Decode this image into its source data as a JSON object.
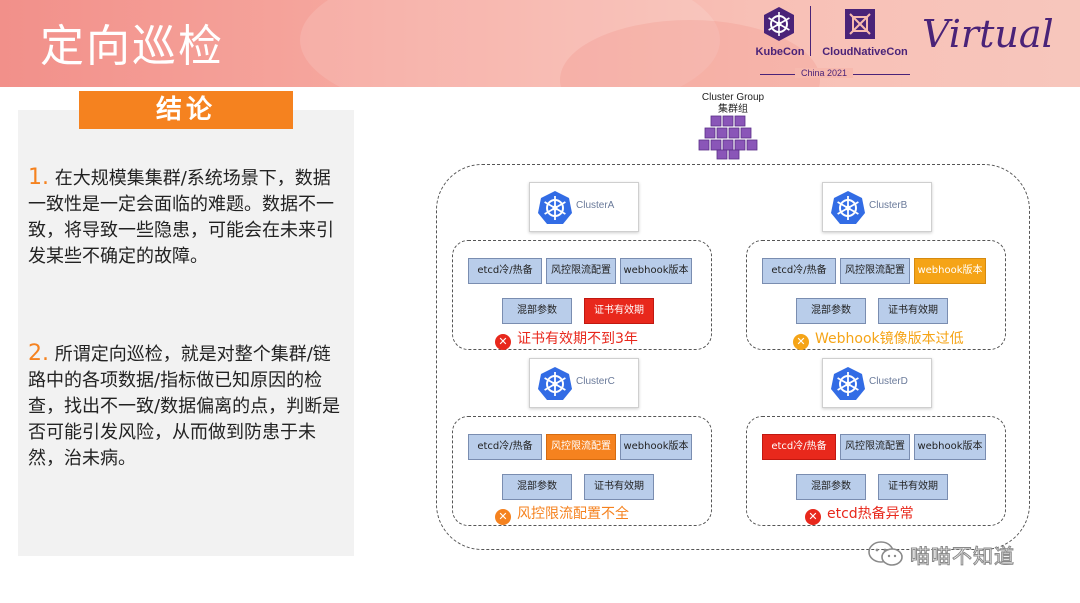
{
  "header": {
    "title": "定向巡检",
    "kubecon": "KubeCon",
    "cloudnativecon": "CloudNativeCon",
    "event": "China 2021",
    "virtual": "Virtual"
  },
  "left": {
    "tag": "结论",
    "point1_num": "1.",
    "point1_text": " 在大规模集集群/系统场景下，数据一致性是一定会面临的难题。数据不一致，将导致一些隐患，可能会在未来引发某些不确定的故障。",
    "point2_num": "2.",
    "point2_text": " 所谓定向巡检，就是对整个集群/链路中的各项数据/指标做已知原因的检查，找出不一致/数据偏离的点，判断是否可能引发风险，从而做到防患于未然，治未病。"
  },
  "diagram": {
    "group_label_en": "Cluster Group",
    "group_label_cn": "集群组",
    "clusters": [
      {
        "name": "ClusterA",
        "chips": [
          "etcd冷/热备",
          "风控限流配置",
          "webhook版本",
          "混部参数",
          "证书有效期"
        ],
        "highlight": [
          "",
          "",
          "",
          "",
          "red"
        ],
        "issue": "证书有效期不到3年",
        "issue_level": "red",
        "issue_icon": "✕"
      },
      {
        "name": "ClusterB",
        "chips": [
          "etcd冷/热备",
          "风控限流配置",
          "webhook版本",
          "混部参数",
          "证书有效期"
        ],
        "highlight": [
          "",
          "",
          "yellow",
          "",
          ""
        ],
        "issue": "Webhook镜像版本过低",
        "issue_level": "yellow",
        "issue_icon": "✕"
      },
      {
        "name": "ClusterC",
        "chips": [
          "etcd冷/热备",
          "风控限流配置",
          "webhook版本",
          "混部参数",
          "证书有效期"
        ],
        "highlight": [
          "",
          "orange",
          "",
          "",
          ""
        ],
        "issue": "风控限流配置不全",
        "issue_level": "orange",
        "issue_icon": "✕"
      },
      {
        "name": "ClusterD",
        "chips": [
          "etcd冷/热备",
          "风控限流配置",
          "webhook版本",
          "混部参数",
          "证书有效期"
        ],
        "highlight": [
          "red",
          "",
          "",
          "",
          ""
        ],
        "issue": "etcd热备异常",
        "issue_level": "red",
        "issue_icon": "✕"
      }
    ]
  },
  "watermark": {
    "text": "喵喵不知道",
    "icon": "wechat-icon"
  },
  "colors": {
    "accent_orange": "#f5821f",
    "alert_red": "#e8281c",
    "warn_yellow": "#f5a417",
    "chip_blue": "#b9cdea",
    "k8s_blue": "#326ce5",
    "brand_purple": "#4a2378"
  }
}
